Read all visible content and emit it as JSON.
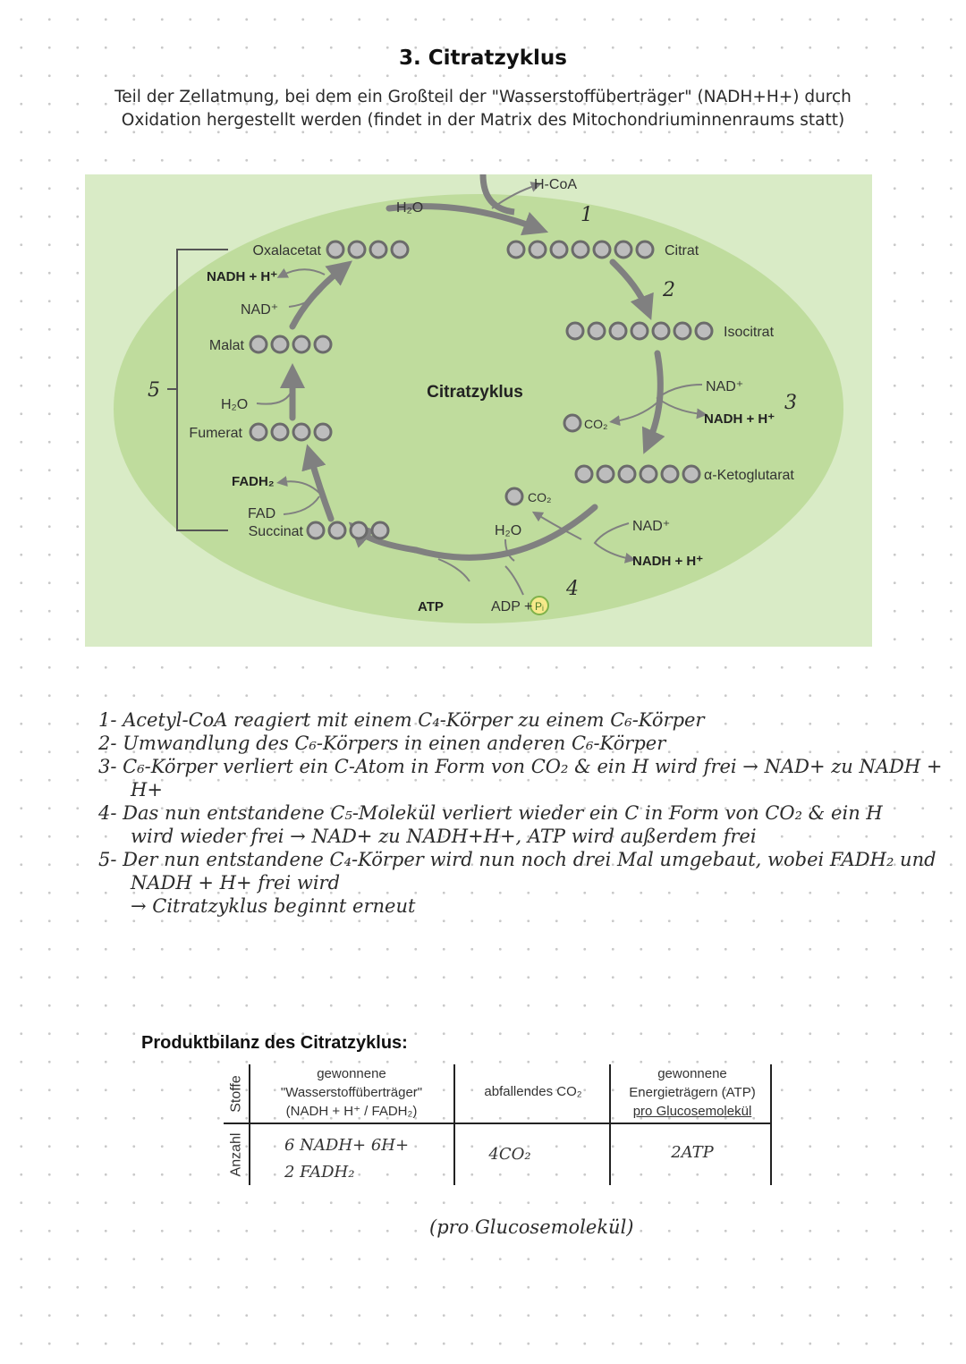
{
  "title": "3. Citratzyklus",
  "intro": {
    "line1": "Teil der Zellatmung, bei dem ein Großteil der \"Wasserstoffüberträger\" (NADH+H+) durch",
    "line2": "Oxidation hergestellt werden (findet in der Matrix des Mitochondriuminnenraums statt)"
  },
  "diagram": {
    "center_label": "Citratzyklus",
    "colors": {
      "background": "#d9ebc6",
      "ellipse": "#bfdc9d",
      "arrow": "#808080",
      "circle_fill": "#bdbdbd",
      "circle_stroke": "#6b6b6b"
    },
    "molecules": {
      "oxalacetat": "Oxalacetat",
      "citrat": "Citrat",
      "isocitrat": "Isocitrat",
      "ketoglutarat": "α-Ketoglutarat",
      "succinat": "Succinat",
      "fumerat": "Fumerat",
      "malat": "Malat"
    },
    "labels": {
      "h_coa": "H-CoA",
      "h2o": "H₂O",
      "nadh": "NADH + H⁺",
      "nad": "NAD⁺",
      "co2": "CO₂",
      "fadh2": "FADH₂",
      "fad": "FAD",
      "atp": "ATP",
      "adp": "ADP +",
      "p": "Pᵢ"
    },
    "step_numbers": [
      "1",
      "2",
      "3",
      "4",
      "5"
    ]
  },
  "notes": [
    "1- Acetyl-CoA reagiert mit einem C₄-Körper zu einem C₆-Körper",
    "2- Umwandlung des C₆-Körpers in einen anderen C₆-Körper",
    "3- C₆-Körper verliert ein C-Atom in Form von CO₂ & ein H wird frei → NAD+ zu NADH +",
    "H+",
    "4- Das nun entstandene C₅-Molekül verliert wieder ein C in Form von CO₂ & ein H",
    "wird wieder frei → NAD+ zu NADH+H+, ATP wird außerdem frei",
    "5- Der nun entstandene C₄-Körper wird nun noch drei Mal umgebaut, wobei FADH₂ und",
    "NADH + H+ frei wird",
    "→ Citratzyklus beginnt erneut"
  ],
  "table": {
    "title": "Produktbilanz des Citratzyklus:",
    "row_labels": [
      "Stoffe",
      "Anzahl"
    ],
    "headers": [
      [
        "gewonnene",
        "\"Wasserstoffüberträger\"",
        "(NADH + H⁺ / FADH₂)"
      ],
      [
        "abfallendes CO₂"
      ],
      [
        "gewonnene",
        "Energieträgern (ATP)",
        "pro Glucosemolekül"
      ]
    ],
    "values": [
      [
        "6 NADH+ 6H+",
        "2 FADH₂"
      ],
      [
        "4CO₂"
      ],
      [
        "2ATP"
      ]
    ]
  },
  "footnote": "(pro Glucosemolekül)"
}
